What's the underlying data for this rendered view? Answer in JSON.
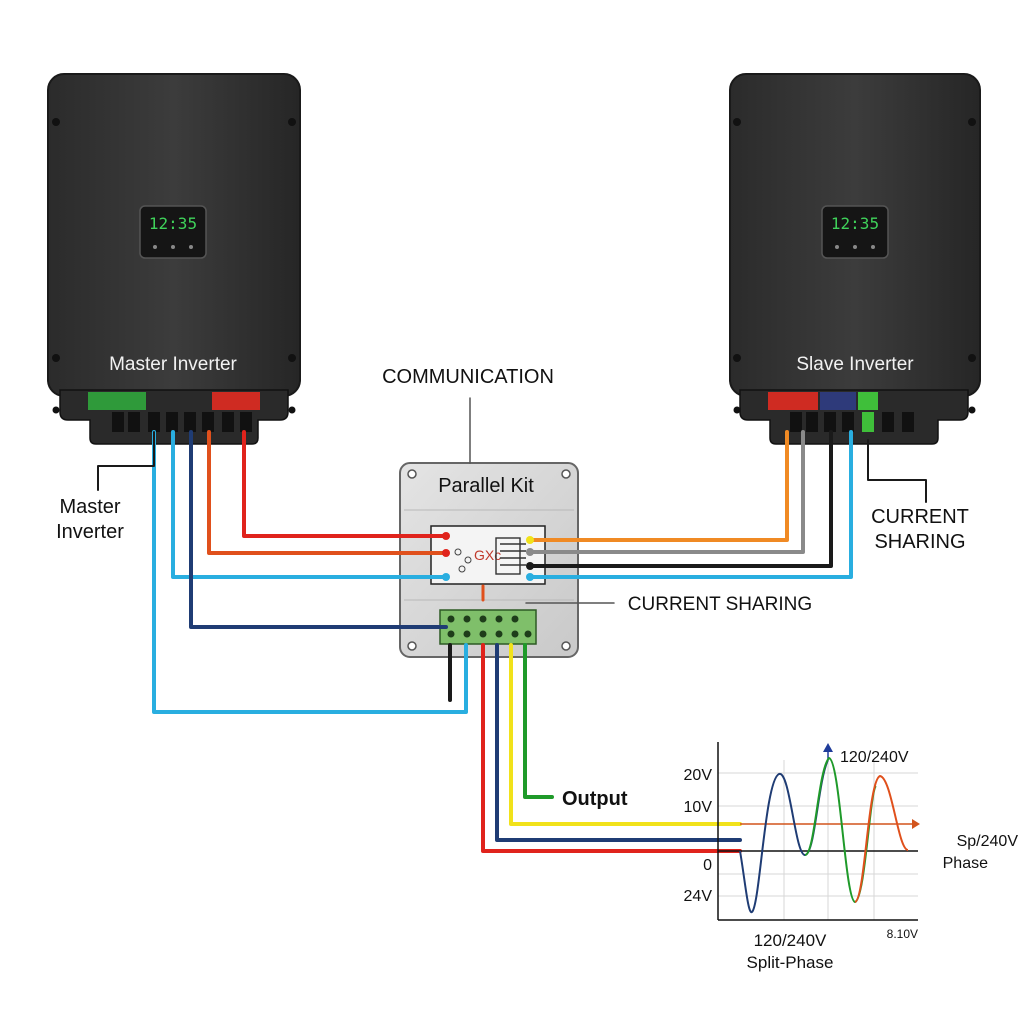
{
  "master": {
    "name": "Master Inverter",
    "display": "12:35",
    "side_label_line1": "Master",
    "side_label_line2": "Inverter"
  },
  "slave": {
    "name": "Slave Inverter",
    "display": "12:35"
  },
  "labels": {
    "communication": "COMMUNICATION",
    "parallel_kit": "Parallel Kit",
    "kit_chip": "GXc",
    "current_sharing_mid": "CURRENT SHARING",
    "current_sharing_right_line1": "CURRENT",
    "current_sharing_right_line2": "SHARING",
    "output": "Output"
  },
  "wire_colors": {
    "red": "#e0231c",
    "orange_red": "#e0501c",
    "light_blue": "#29aee0",
    "dark_blue": "#1f3c74",
    "black": "#1a1a1a",
    "yellow": "#f1e21a",
    "green": "#1f9a2a",
    "orange": "#f08a24",
    "gray": "#8a8a8a"
  },
  "waveform": {
    "y_tick_20v": "20V",
    "y_tick_10v": "10V",
    "y_tick_0": "0",
    "y_tick_24v": "24V",
    "peak_label": "120/240V",
    "right_label_line1": "Sp/240V",
    "right_label_line2": "Phase",
    "bottom_label_line1": "120/240V",
    "bottom_label_line2": "Split-Phase",
    "bottom_right_label": "8.10V"
  }
}
